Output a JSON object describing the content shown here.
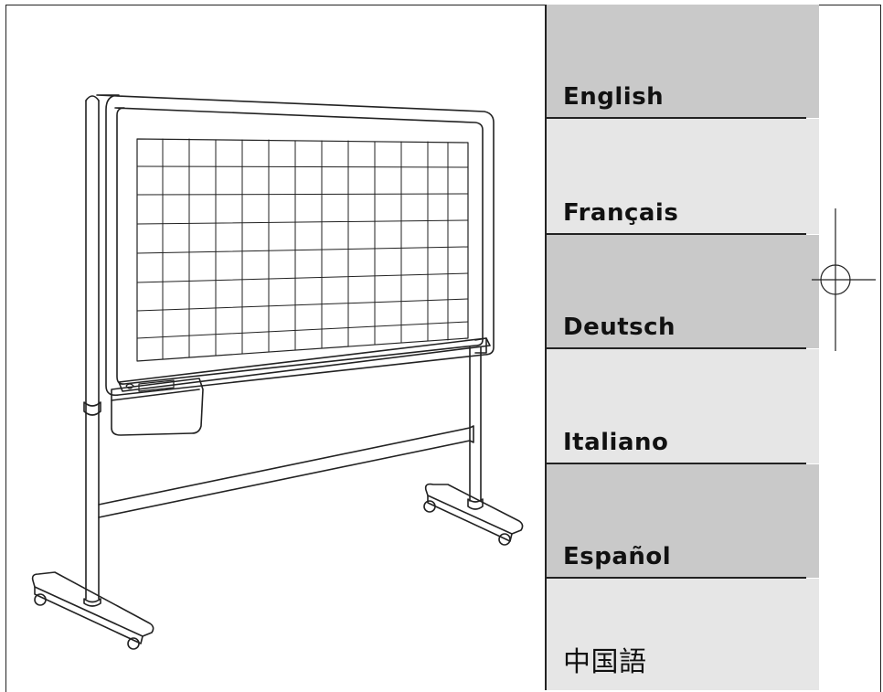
{
  "languages": {
    "english": "English",
    "francais": "Français",
    "deutsch": "Deutsch",
    "italiano": "Italiano",
    "espanol": "Español",
    "chinese": "中国語"
  },
  "colors": {
    "tab_dark": "#c9c9c9",
    "tab_light": "#e6e6e6",
    "line": "#222222"
  },
  "icons": {
    "illustration": "whiteboard-on-stand-icon",
    "registration": "crop-registration-mark-icon"
  }
}
